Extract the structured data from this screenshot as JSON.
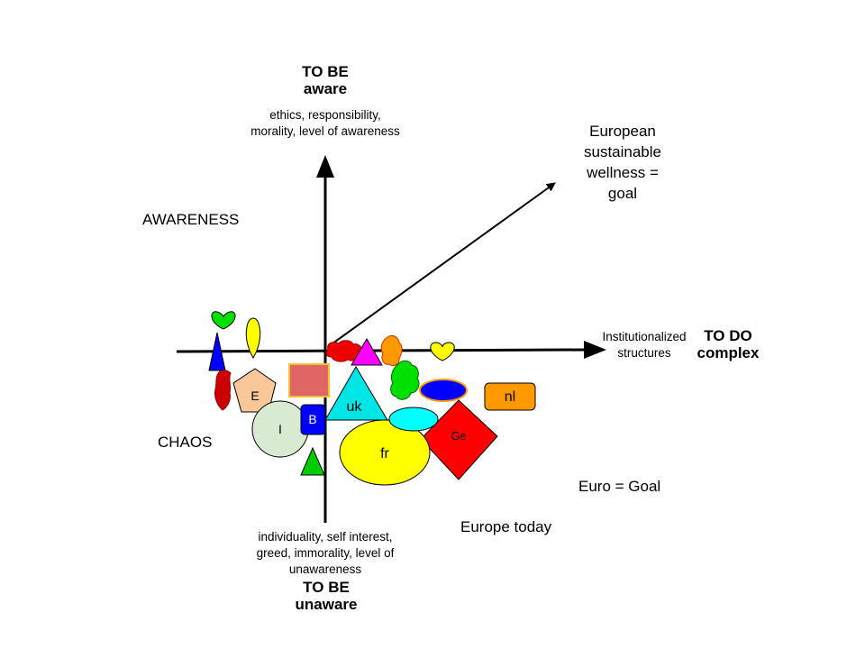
{
  "top_axis": {
    "title": "TO BE",
    "subtitle": "aware",
    "description_line1": "ethics, responsibility,",
    "description_line2": "morality, level of awareness"
  },
  "bottom_axis": {
    "description_line1": "individuality, self interest,",
    "description_line2": "greed, immorality, level of",
    "description_line3": "unawareness",
    "title": "TO BE",
    "subtitle": "unaware"
  },
  "right_axis": {
    "description_line1": "Institutionalized",
    "description_line2": "structures",
    "title": "TO DO",
    "subtitle": "complex"
  },
  "goal_arrow": {
    "line1": "European",
    "line2": "sustainable",
    "line3": "wellness =",
    "line4": "goal"
  },
  "labels": {
    "awareness": "AWARENESS",
    "chaos": "CHAOS",
    "euro_goal": "Euro = Goal",
    "europe_today": "Europe today"
  },
  "shape_labels": {
    "e": "E",
    "i": "I",
    "b": "B",
    "uk": "uk",
    "fr": "fr",
    "ge": "Ge",
    "nl": "nl"
  },
  "colors": {
    "axis": "#000000",
    "green": "#00e000",
    "yellow": "#ffff00",
    "blue": "#0000ff",
    "red": "#ff0000",
    "magenta": "#ff00ff",
    "orange": "#ff9900",
    "peach": "#fac898",
    "rose": "#e06666",
    "light_green": "#d9ead3",
    "cyan": "#00ffff"
  }
}
